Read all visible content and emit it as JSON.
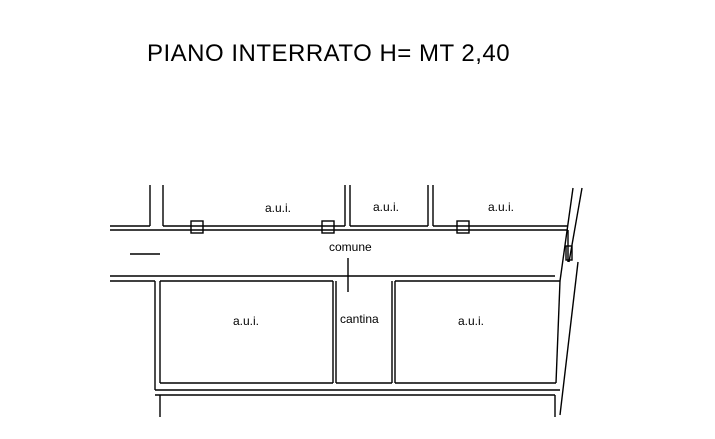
{
  "title": "PIANO INTERRATO H= MT 2,40",
  "rooms": {
    "top_left": "a.u.i.",
    "top_middle": "a.u.i.",
    "top_right": "a.u.i.",
    "corridor": "comune",
    "bottom_left": "a.u.i.",
    "cellar": "cantina",
    "bottom_right": "a.u.i."
  }
}
